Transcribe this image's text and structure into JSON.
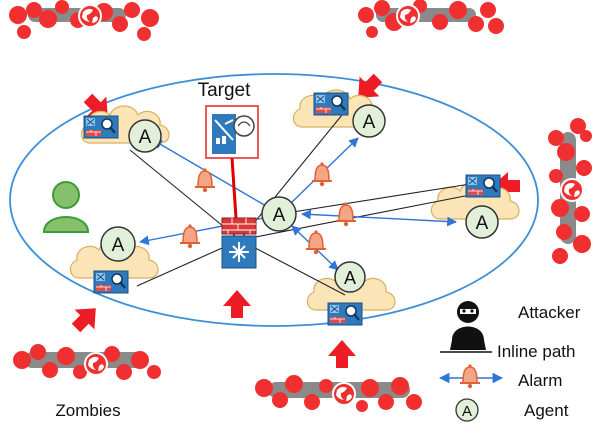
{
  "diagram": {
    "target_label": "Target",
    "zombies_label": "Zombies",
    "agent_letter": "A",
    "legend": {
      "attacker": "Attacker",
      "inline_path": "Inline path",
      "alarm": "Alarm",
      "agent": "Agent"
    }
  },
  "colors": {
    "zombie": "#ff0000",
    "zombie_bar": "#8a8a8a",
    "arrow": "#ee1c24",
    "ellipse": "#3b8fd6",
    "link": "#222222",
    "alarm_arrow": "#2e75d6",
    "bell": "#f4a582",
    "bell_stroke": "#e0603a",
    "agent_fill": "#e2efd9",
    "cloud_fill": "#fbe5b6",
    "cloud_stroke": "#d8b062",
    "device_fill": "#2f79bd",
    "target_border": "#e52222",
    "inline_path": "#e00000",
    "person_fill": "#86c06a",
    "person_stroke": "#3e9b3a"
  }
}
